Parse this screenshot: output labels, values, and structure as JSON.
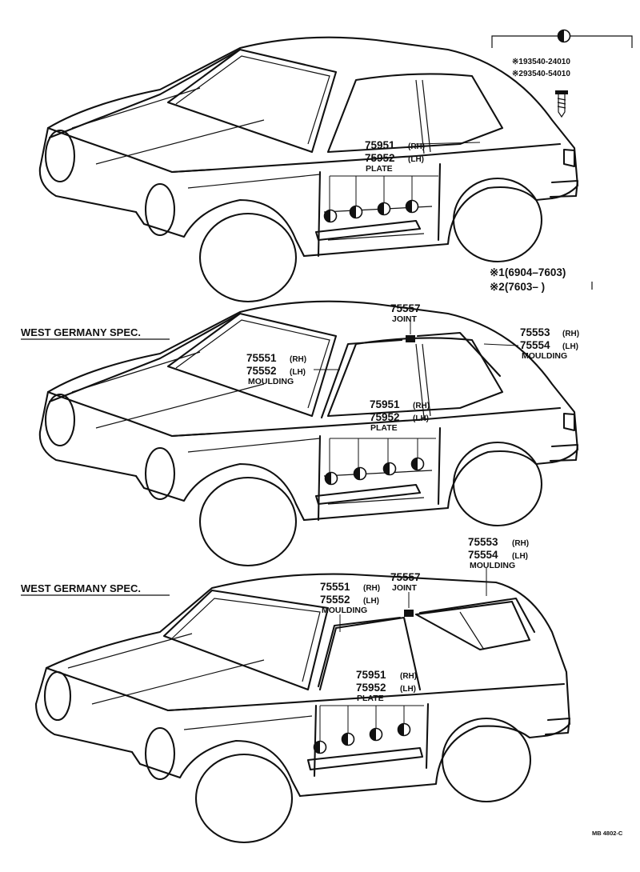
{
  "header": {
    "symbol": "half-filled-circle",
    "parts": [
      "※193540-24010",
      "※293540-54010"
    ]
  },
  "notes": {
    "note1": "※1(6904–7603)",
    "note2": "※2(7603–        )"
  },
  "sections": [
    {
      "plate": {
        "rh": "75951",
        "lh": "75952",
        "rh_tag": "(RH)",
        "lh_tag": "(LH)",
        "name": "PLATE"
      }
    },
    {
      "spec": "WEST GERMANY SPEC.",
      "joint": {
        "part": "75557",
        "name": "JOINT"
      },
      "front_moulding": {
        "rh": "75551",
        "lh": "75552",
        "rh_tag": "(RH)",
        "lh_tag": "(LH)",
        "name": "MOULDING"
      },
      "rear_moulding": {
        "rh": "75553",
        "lh": "75554",
        "rh_tag": "(RH)",
        "lh_tag": "(LH)",
        "name": "MOULDING"
      },
      "plate": {
        "rh": "75951",
        "lh": "75952",
        "rh_tag": "(RH)",
        "lh_tag": "(LH)",
        "name": "PLATE"
      }
    },
    {
      "spec": "WEST GERMANY SPEC.",
      "joint": {
        "part": "75557",
        "name": "JOINT"
      },
      "front_moulding": {
        "rh": "75551",
        "lh": "75552",
        "rh_tag": "(RH)",
        "lh_tag": "(LH)",
        "name": "MOULDING"
      },
      "rear_moulding": {
        "rh": "75553",
        "lh": "75554",
        "rh_tag": "(RH)",
        "lh_tag": "(LH)",
        "name": "MOULDING"
      },
      "plate": {
        "rh": "75951",
        "lh": "75952",
        "rh_tag": "(RH)",
        "lh_tag": "(LH)",
        "name": "PLATE"
      }
    }
  ],
  "footer": {
    "code": "MB 4802-C"
  }
}
